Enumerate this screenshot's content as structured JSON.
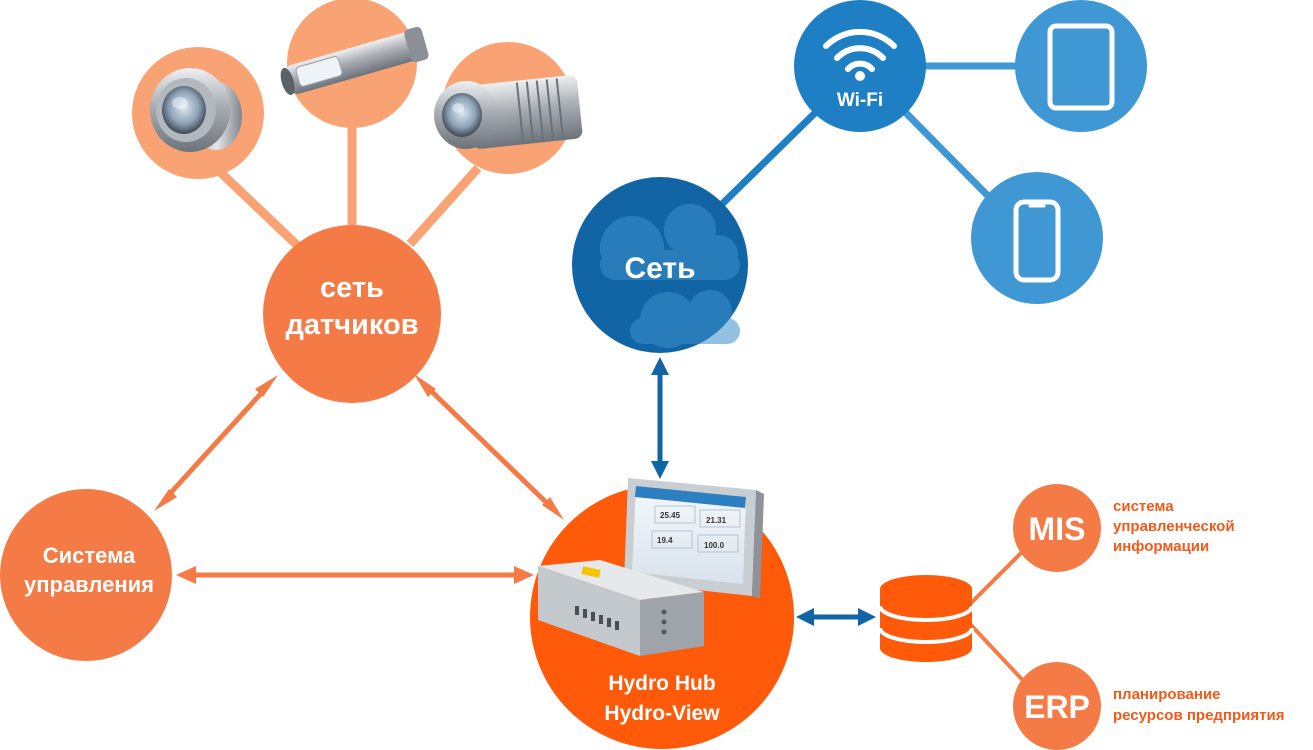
{
  "colors": {
    "peach": "#f9a374",
    "orange": "#f47b45",
    "deep_orange": "#fe5a0a",
    "blue_dark": "#1265a5",
    "blue_light": "#3f97d3",
    "text_orange": "#f05a1a"
  },
  "nodes": {
    "sensor_network": {
      "lines": [
        "сеть",
        "датчиков"
      ]
    },
    "control_system": {
      "lines": [
        "Система",
        "управления"
      ]
    },
    "hydro_hub": {
      "lines": [
        "Hydro Hub",
        "Hydro-View"
      ]
    },
    "network": {
      "label": "Сеть",
      "icon": "cloud-icon"
    },
    "wifi": {
      "label": "Wi-Fi",
      "icon": "wifi-icon"
    },
    "tablet": {
      "icon": "tablet-icon"
    },
    "phone": {
      "icon": "smartphone-icon"
    },
    "database": {
      "icon": "database-icon"
    },
    "mis": {
      "label": "MIS",
      "description": [
        "система",
        "управленческой",
        "информации"
      ]
    },
    "erp": {
      "label": "ERP",
      "description": [
        "планирование",
        "ресурсов предприятия"
      ]
    }
  },
  "sensors": [
    {
      "icon": "flush-mount-sensor-icon"
    },
    {
      "icon": "probe-sensor-icon"
    },
    {
      "icon": "cylindrical-sensor-icon"
    }
  ],
  "display_readings": [
    "25.45",
    "21.31",
    "19.4",
    "100.0"
  ]
}
